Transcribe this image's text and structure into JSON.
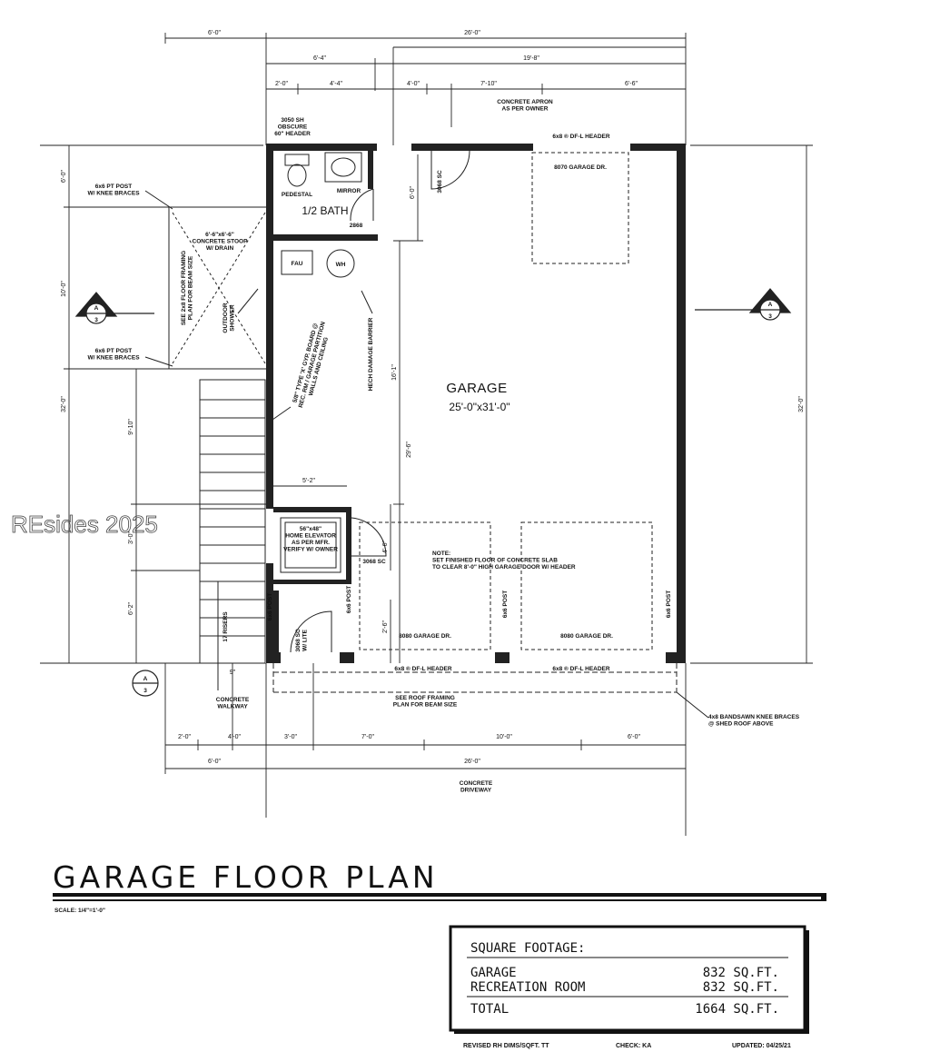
{
  "title": "GARAGE FLOOR PLAN",
  "scale": "SCALE: 1/4\"=1'-0\"",
  "watermark": "REsides 2025",
  "rooms": {
    "garage_name": "GARAGE",
    "garage_size": "25'-0\"x31'-0\"",
    "half_bath": "1/2 BATH"
  },
  "top_dims": {
    "overall_left": "6'-0\"",
    "overall": "26'-0\"",
    "d_6_4": "6'-4\"",
    "d_19_8": "19'-8\"",
    "d_2_0": "2'-0\"",
    "d_4_4": "4'-4\"",
    "d_4_0": "4'-0\"",
    "d_7_10": "7'-10\"",
    "d_6_6": "6'-6\""
  },
  "bottom_dims": {
    "b_2_0": "2'-0\"",
    "b_4_0": "4'-0\"",
    "b_3_0": "3'-0\"",
    "b_7_0": "7'-0\"",
    "b_10_0": "10'-0\"",
    "b_6_0": "6'-0\"",
    "overall_left": "6'-0\"",
    "overall": "26'-0\""
  },
  "side_dims": {
    "left_overall": "32'-0\"",
    "right_overall": "32'-0\"",
    "l_6_0": "6'-0\"",
    "l_10_0": "10'-0\"",
    "l_9_10": "9'-10\"",
    "l_3_0": "3'-0\"",
    "l_6_2": "6'-2\"",
    "interior_6_0": "6'-0\"",
    "interior_16_1": "16'-1\"",
    "interior_29_6": "29'-6\"",
    "interior_5_2": "5'-2\"",
    "interior_4_6": "4'-6\"",
    "interior_2_6": "2'-6\"",
    "interior_9": "9\""
  },
  "labels": {
    "concrete_apron": "CONCRETE APRON\nAS PER OWNER",
    "header_top": "6x8 ® DF-L HEADER",
    "garage_dr_top": "8070 GARAGE DR.",
    "door_3068_top": "3068 SC",
    "window_3050": "3050 SH\nOBSCURE\n60\" HEADER",
    "mirror": "MIRROR",
    "pedestal": "PEDESTAL",
    "door_2868": "2868",
    "fau": "FAU",
    "wh": "WH",
    "post_knee_top": "6x6 PT POST\nW/ KNEE BRACES",
    "post_knee_bot": "6x6 PT POST\nW/ KNEE BRACES",
    "stoop": "6'-6\"x6'-6\"\nCONCRETE STOOP\nW/ DRAIN",
    "joists": "SEE 2x8 FLOOR FRAMING\nPLAN FOR BEAM SIZE",
    "shower": "OUTDOOR\nSHOWER",
    "partition": "5/8\" TYPE 'X' GYP. BOARD @\nREC. RM / GARAGE PARTITION\nWALLS AND CEILING",
    "hech": "HECH DAMAGE BARRIER",
    "elevator": "56\"x48\"\nHOME ELEVATOR\nAS PER MFR.\nVERIFY W/ OWNER",
    "door_3068_mid": "3068 SC",
    "finish_note": "NOTE:\nSET FINISHED FLOOR OF CONCRETE SLAB\nTO CLEAR 8'-0\" HIGH GARAGE DOOR W/ HEADER",
    "post_a": "6x6 POST",
    "post_b": "6x6 POST",
    "post_c": "6x6 POST",
    "post_d": "6x6 POST",
    "door_3068_lite": "3068 SC\nW/ LITE",
    "risers": "17 RISERS",
    "garage_dr_b1": "8080 GARAGE DR.",
    "garage_dr_b2": "8080 GARAGE DR.",
    "header_b1": "6x8 ® DF-L HEADER",
    "header_b2": "6x8 ® DF-L HEADER",
    "roof_framing": "SEE ROOF FRAMING\nPLAN FOR BEAM SIZE",
    "walkway": "CONCRETE\nWALKWAY",
    "bandsawn": "4x8 BANDSAWN KNEE BRACES\n@ SHED ROOF ABOVE",
    "driveway": "CONCRETE\nDRIVEWAY",
    "section_letter": "A",
    "section_num": "3"
  },
  "sqft": {
    "header": "SQUARE FOOTAGE:",
    "rows": [
      {
        "label": "GARAGE",
        "value": "832 SQ.FT."
      },
      {
        "label": "RECREATION ROOM",
        "value": "832 SQ.FT."
      }
    ],
    "total_label": "TOTAL",
    "total_value": "1664 SQ.FT."
  },
  "footer": {
    "revised": "REVISED RH DIMS/SQFT.  TT",
    "check": "CHECK:  KA",
    "updated": "UPDATED: 04/25/21"
  }
}
